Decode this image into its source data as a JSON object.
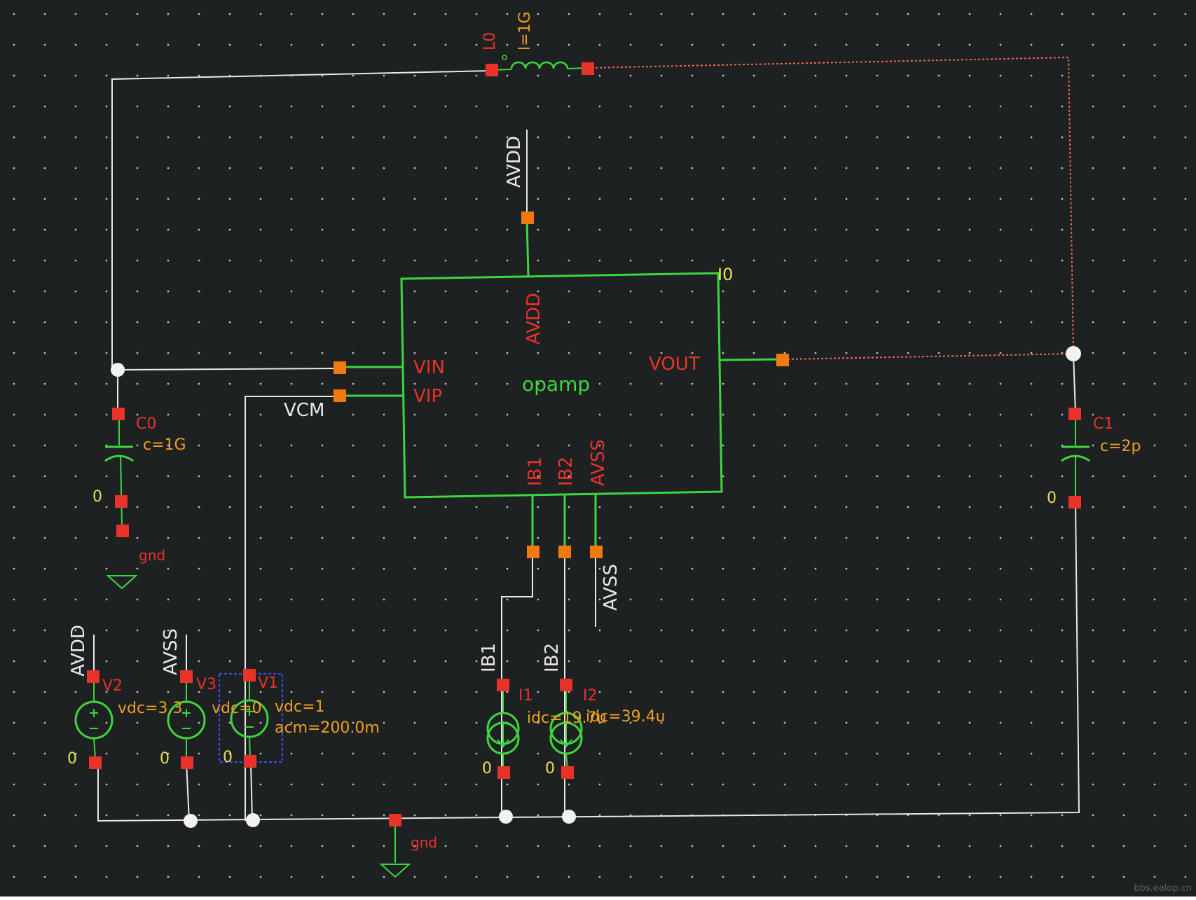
{
  "watermark": "bbs.eelop.cn",
  "colors": {
    "background": "#1a1c1e",
    "wire": "#e8e8e8",
    "symbol": "#3dd63d",
    "pin": "#e8322a",
    "pin_port": "#f07a10",
    "label": "#e8322a",
    "param": "#f0a020",
    "instance": "#e6e04a",
    "selected_wire": "#f06a50",
    "selection_box": "#3a50ff"
  },
  "opamp": {
    "instance": "I0",
    "cell": "opamp",
    "pins": {
      "avdd": "AVDD",
      "vin": "VIN",
      "vip": "VIP",
      "vout": "VOUT",
      "ib1": "IB1",
      "ib2": "IB2",
      "avss": "AVSS"
    }
  },
  "nets": {
    "avdd": "AVDD",
    "avss": "AVSS",
    "vcm": "VCM",
    "ib1": "IB1",
    "ib2": "IB2"
  },
  "inductor": {
    "name": "L0",
    "param": "l=1G"
  },
  "c0": {
    "name": "C0",
    "param": "c=1G",
    "zero": "0",
    "gnd": "gnd"
  },
  "c1": {
    "name": "C1",
    "param": "c=2p",
    "zero": "0"
  },
  "v2": {
    "name": "V2",
    "param": "vdc=3.3",
    "zero": "0"
  },
  "v3": {
    "name": "V3",
    "param": "vdc=0",
    "zero": "0"
  },
  "v1": {
    "name": "V1",
    "param": "vdc=1",
    "param2": "acm=200.0m",
    "zero": "0"
  },
  "i1": {
    "name": "I1",
    "param": "idc=19.7u",
    "zero": "0"
  },
  "i2": {
    "name": "I2",
    "param": "idc=39.4u",
    "zero": "0"
  },
  "ground": {
    "label": "gnd"
  }
}
